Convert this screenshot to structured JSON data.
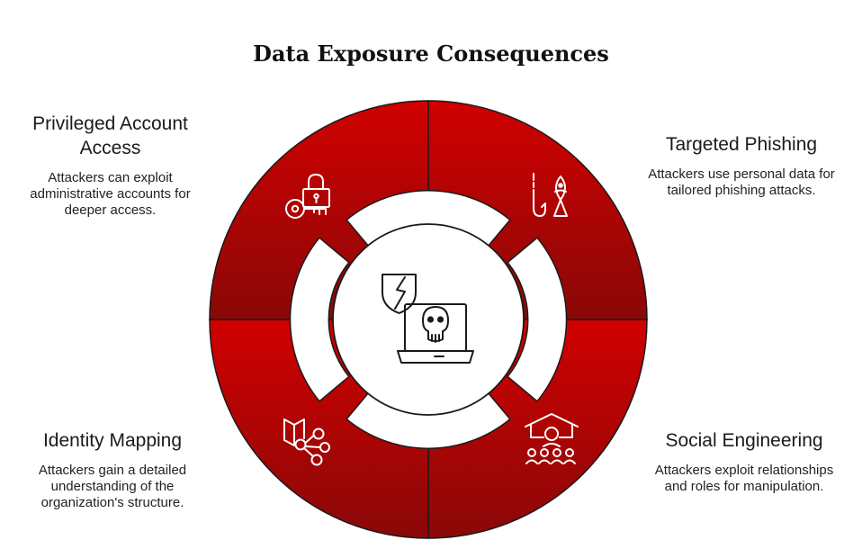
{
  "title": "Data Exposure Consequences",
  "colors": {
    "segment_light": "#d10000",
    "segment_dark": "#8a0808",
    "outline": "#1a1a1a",
    "icon_stroke": "#ffffff"
  },
  "center": {
    "icons": [
      "broken-shield-icon",
      "laptop-skull-icon"
    ]
  },
  "segments": [
    {
      "key": "privileged",
      "heading": "Privileged Account Access",
      "description": "Attackers can exploit administrative accounts for deeper access.",
      "icon": "lock-key-icon"
    },
    {
      "key": "phishing",
      "heading": "Targeted Phishing",
      "description": "Attackers use personal data for tailored phishing attacks.",
      "icon": "hook-fish-icon"
    },
    {
      "key": "social",
      "heading": "Social Engineering",
      "description": "Attackers exploit relationships and roles for manipulation.",
      "icon": "group-house-icon"
    },
    {
      "key": "identity",
      "heading": "Identity Mapping",
      "description": "Attackers gain a detailed understanding of the organization's structure.",
      "icon": "map-network-icon"
    }
  ]
}
